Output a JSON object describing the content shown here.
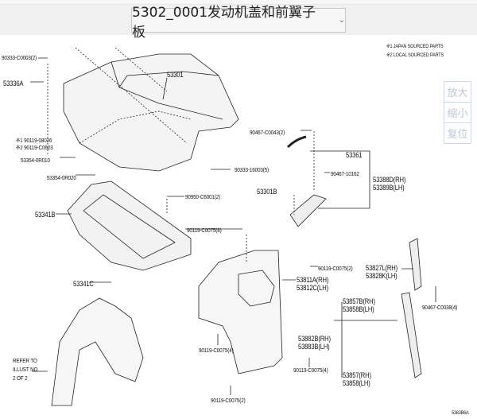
{
  "header": {
    "selected_diagram": "5302_0001发动机盖和前翼子板",
    "chevron_icon": "chevron-down-icon"
  },
  "zoom_controls": {
    "zoom_in": "放大",
    "zoom_out": "缩小",
    "reset": "复位"
  },
  "notes": [
    "※1 JAPAN SOURCED PARTS",
    "※2 LOCAL SOURCED PARTS"
  ],
  "labels": {
    "l1": "90333-C0003(2)",
    "l2": "53336A",
    "l3": "53301",
    "l4": "※1 90119-08026",
    "l5": "※2 90119-C0623",
    "l6": "53354-0R010",
    "l7": "53354-0R020",
    "l8": "90333-16003(5)",
    "l9": "90950-C6001(2)",
    "l10": "53341B",
    "l11": "90119-C0075(8)",
    "l12": "53341C",
    "l13": "90467-C0043(2)",
    "l14": "53361",
    "l15": "90467-10162",
    "l16": "53388D(RH)",
    "l17": "53389B(LH)",
    "l18": "53301B",
    "l19": "90119-C0075(2)",
    "l20": "53827L(RH)",
    "l21": "53828K(LH)",
    "l22": "53811A(RH)",
    "l23": "53812C(LH)",
    "l24": "53857B(RH)",
    "l25": "53858B(LH)",
    "l26": "90467-C0038(4)",
    "l27": "53882B(RH)",
    "l28": "53883B(LH)",
    "l29": "90119-C0075(4)",
    "l30": "90119-C0075(4)",
    "l31": "53857(RH)",
    "l32": "53858(LH)",
    "l33": "90119-C0075(2)",
    "l34": "REFER TO",
    "l35": "ILLUST NO",
    "l36": "2 OF 2",
    "l37": "5383B6A"
  }
}
